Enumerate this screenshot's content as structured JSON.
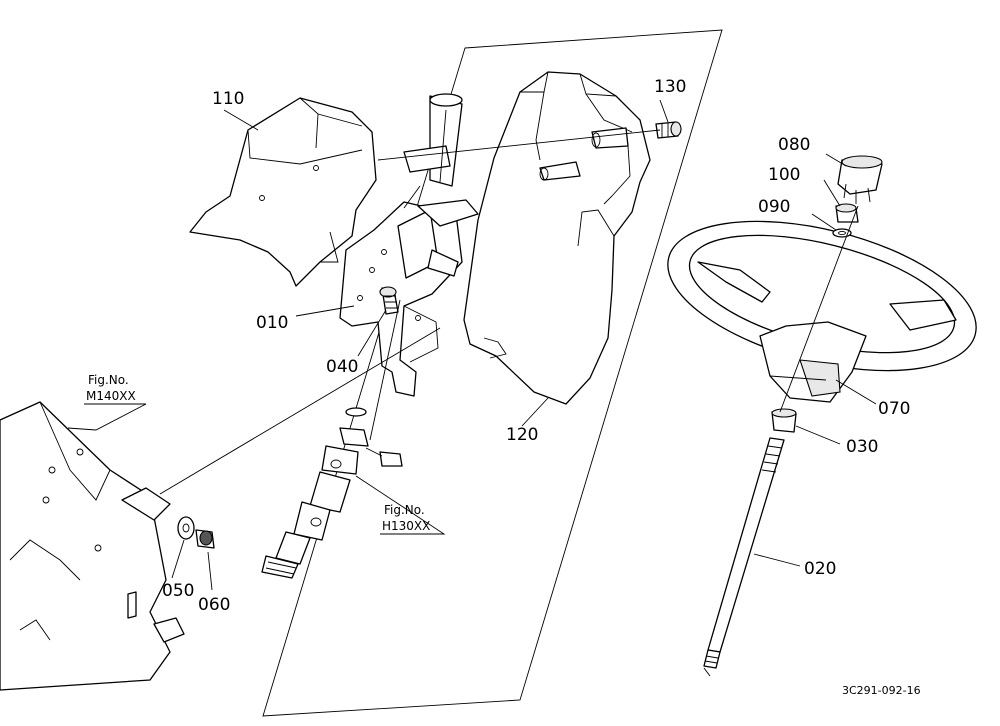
{
  "labels": {
    "p110": "110",
    "p130": "130",
    "p080": "080",
    "p100": "100",
    "p090": "090",
    "p010": "010",
    "p040": "040",
    "p070": "070",
    "p120": "120",
    "p030": "030",
    "p020": "020",
    "p050": "050",
    "p060": "060"
  },
  "refs": {
    "m140_title": "Fig.No.",
    "m140_code": "M140XX",
    "h130_title": "Fig.No.",
    "h130_code": "H130XX"
  },
  "drawing_code": "3C291-092-16"
}
